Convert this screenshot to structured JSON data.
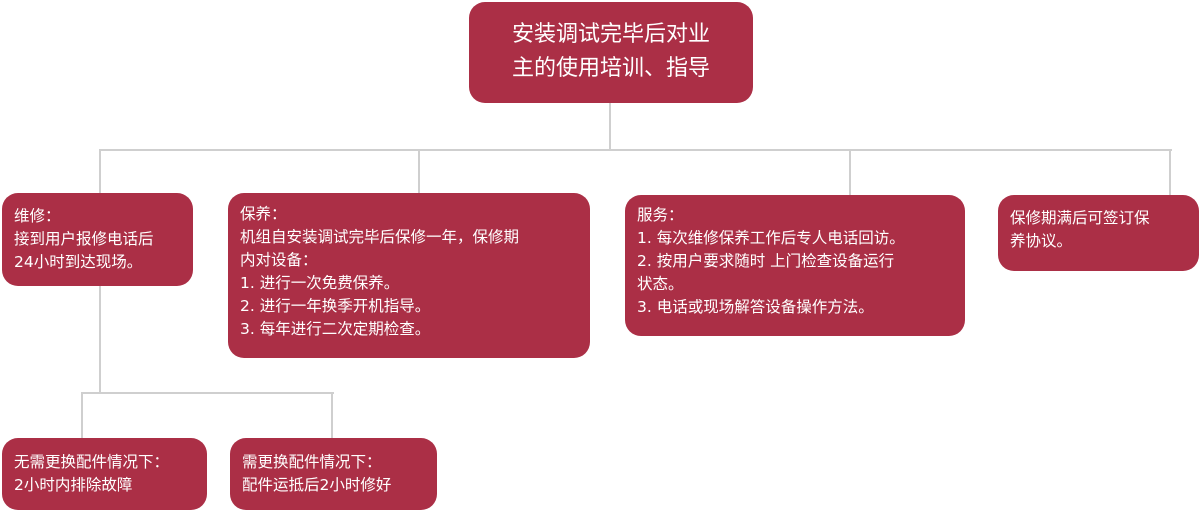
{
  "top": {
    "lines": [
      "安装调试完毕后对业",
      "主的使用培训、指导"
    ]
  },
  "repair": {
    "lines": [
      "维修：",
      "接到用户报修电话后",
      "24小时到达现场。"
    ]
  },
  "maintenance": {
    "lines": [
      "保养：",
      "机组自安装调试完毕后保修一年，保修期",
      "内对设备：",
      "1. 进行一次免费保养。",
      "2. 进行一年换季开机指导。",
      "3. 每年进行二次定期检查。"
    ]
  },
  "service": {
    "lines": [
      "服务：",
      "1. 每次维修保养工作后专人电话回访。",
      "2. 按用户要求随时 上门检查设备运行",
      "状态。",
      "3. 电话或现场解答设备操作方法。"
    ]
  },
  "after_warranty": {
    "lines": [
      "保修期满后可签订保",
      "养协议。"
    ]
  },
  "no_parts": {
    "lines": [
      "无需更换配件情况下：",
      "2小时内排除故障"
    ]
  },
  "need_parts": {
    "lines": [
      "需更换配件情况下：",
      "配件运抵后2小时修好"
    ]
  },
  "colors": {
    "box": "#ab2f46",
    "line": "#cfcfcf"
  }
}
